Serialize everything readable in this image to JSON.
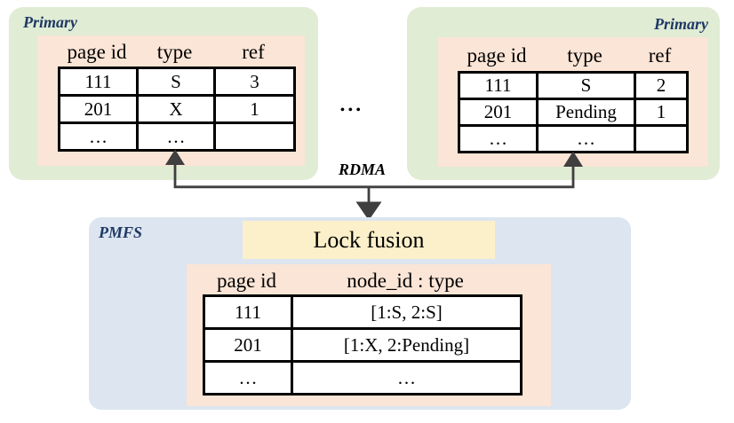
{
  "primary_left": {
    "title": "Primary",
    "headers": [
      "page id",
      "type",
      "ref"
    ],
    "rows": [
      [
        "111",
        "S",
        "3"
      ],
      [
        "201",
        "X",
        "1"
      ],
      [
        "…",
        "…",
        ""
      ]
    ]
  },
  "primary_right": {
    "title": "Primary",
    "headers": [
      "page id",
      "type",
      "ref"
    ],
    "rows": [
      [
        "111",
        "S",
        "2"
      ],
      [
        "201",
        "Pending",
        "1"
      ],
      [
        "…",
        "…",
        ""
      ]
    ]
  },
  "middle": {
    "ellipsis": "•••",
    "rdma_label": "RDMA"
  },
  "pmfs": {
    "title": "PMFS",
    "lock_fusion_label": "Lock fusion",
    "headers": [
      "page id",
      "node_id : type"
    ],
    "rows": [
      [
        "111",
        "[1:S, 2:S]"
      ],
      [
        "201",
        "[1:X, 2:Pending]"
      ],
      [
        "…",
        "…"
      ]
    ]
  },
  "colors": {
    "panel_green": "#e0ecd4",
    "panel_peach": "#fbe5d6",
    "panel_blue": "#dce5f0",
    "panel_yellow": "#fcf0cb",
    "title_navy": "#1f3864",
    "arrow_gray": "#3f3f3f",
    "table_border": "#000000"
  }
}
